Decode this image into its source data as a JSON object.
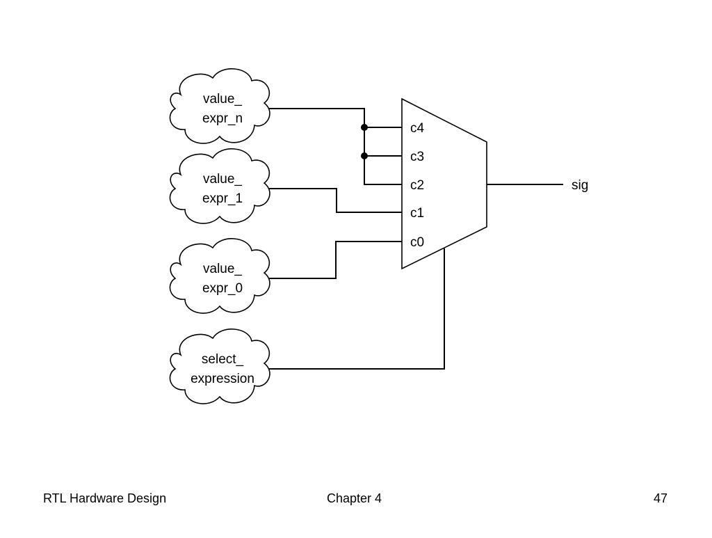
{
  "diagram": {
    "inputs": [
      {
        "line1": "value_",
        "line2": "expr_n"
      },
      {
        "line1": "value_",
        "line2": "expr_1"
      },
      {
        "line1": "value_",
        "line2": "expr_0"
      }
    ],
    "select": {
      "line1": "select_",
      "line2": "expression"
    },
    "mux_ports": [
      "c4",
      "c3",
      "c2",
      "c1",
      "c0"
    ],
    "output": "sig"
  },
  "footer": {
    "left": "RTL Hardware Design",
    "center": "Chapter 4",
    "right": "47"
  }
}
